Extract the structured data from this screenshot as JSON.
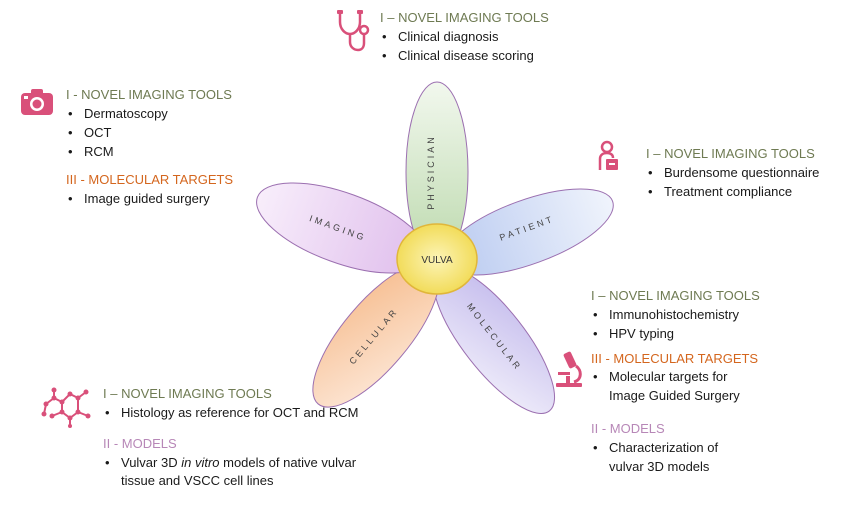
{
  "center": "VULVA",
  "petals": {
    "physician": "PHYSICIAN",
    "patient": "PATIENT",
    "molecular": "MOLECULAR",
    "cellular": "CELLULAR",
    "imaging": "IMAGING"
  },
  "physician_block": {
    "heading": "I – NOVEL IMAGING TOOLS",
    "items": [
      "Clinical diagnosis",
      "Clinical disease scoring"
    ]
  },
  "imaging_block": {
    "heading1": "I - NOVEL IMAGING TOOLS",
    "items1": [
      "Dermatoscopy",
      "OCT",
      "RCM"
    ],
    "heading2": "III - MOLECULAR TARGETS",
    "items2": [
      "Image guided surgery"
    ]
  },
  "patient_block": {
    "heading": "I – NOVEL IMAGING TOOLS",
    "items": [
      "Burdensome questionnaire",
      "Treatment compliance"
    ]
  },
  "molecular_block": {
    "heading1": "I – NOVEL IMAGING TOOLS",
    "items1": [
      "Immunohistochemistry",
      "HPV typing"
    ],
    "heading2": "III - MOLECULAR TARGETS",
    "items2a": [
      "Molecular targets for",
      "Image Guided Surgery"
    ],
    "heading3": "II - MODELS",
    "items3a": [
      "Characterization of",
      "vulvar 3D models"
    ]
  },
  "cellular_block": {
    "heading1": "I – NOVEL IMAGING TOOLS",
    "items1": [
      "Histology as reference for OCT and RCM"
    ],
    "heading2": "II - MODELS",
    "item2_pre": "Vulvar 3D ",
    "item2_em": "in vitro",
    "item2_post": " models of native vulvar",
    "item2_line2": "tissue and VSCC cell lines"
  },
  "colors": {
    "physician": "#cfe3c4",
    "patient": "#c9d6f3",
    "molecular": "#d3cdf0",
    "cellular": "#f8cfae",
    "imaging": "#ead2f2",
    "center": "#f7e98a",
    "icon": "#d9507a"
  },
  "icons": [
    "stethoscope-icon",
    "camera-icon",
    "patient-icon",
    "microscope-icon",
    "molecule-icon"
  ]
}
